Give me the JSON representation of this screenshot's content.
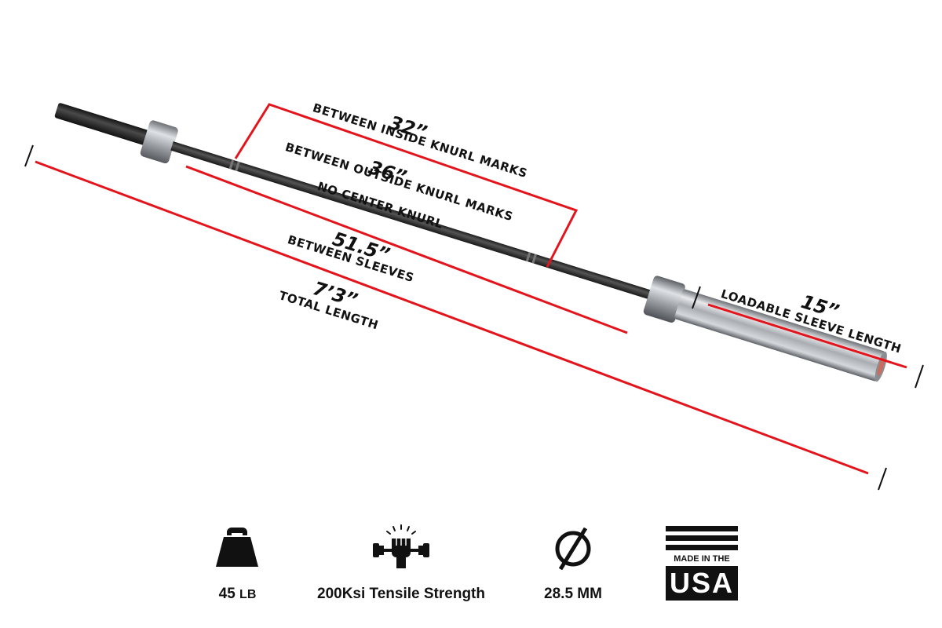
{
  "dimensions": {
    "inside_knurl": {
      "value": "32”",
      "label": "BETWEEN INSIDE KNURL MARKS"
    },
    "outside_knurl": {
      "value": "36”",
      "label": "BETWEEN OUTSIDE KNURL MARKS"
    },
    "center_knurl": {
      "label": "NO CENTER KNURL"
    },
    "between_sleeves": {
      "value": "51.5”",
      "label": "BETWEEN SLEEVES"
    },
    "total_length": {
      "value": "7’3”",
      "label": "TOTAL LENGTH"
    },
    "sleeve_length": {
      "value": "15”",
      "label": "LOADABLE SLEEVE LENGTH"
    }
  },
  "features": {
    "weight": {
      "value": "45",
      "unit": "LB",
      "icon": "kettle-weight-icon"
    },
    "tensile": {
      "text": "200Ksi Tensile Strength",
      "icon": "gripping-fist-barbell-icon"
    },
    "diameter": {
      "text": "28.5 MM",
      "icon": "diameter-symbol-icon"
    },
    "origin": {
      "badge_top": "MADE IN THE",
      "badge_bottom": "USA",
      "icon": "usa-flag-badge-icon"
    }
  },
  "colors": {
    "accent": "#e3141b",
    "ink": "#111111",
    "bar_shaft": "#2a2a2a",
    "sleeve": "#b9bcc0"
  }
}
